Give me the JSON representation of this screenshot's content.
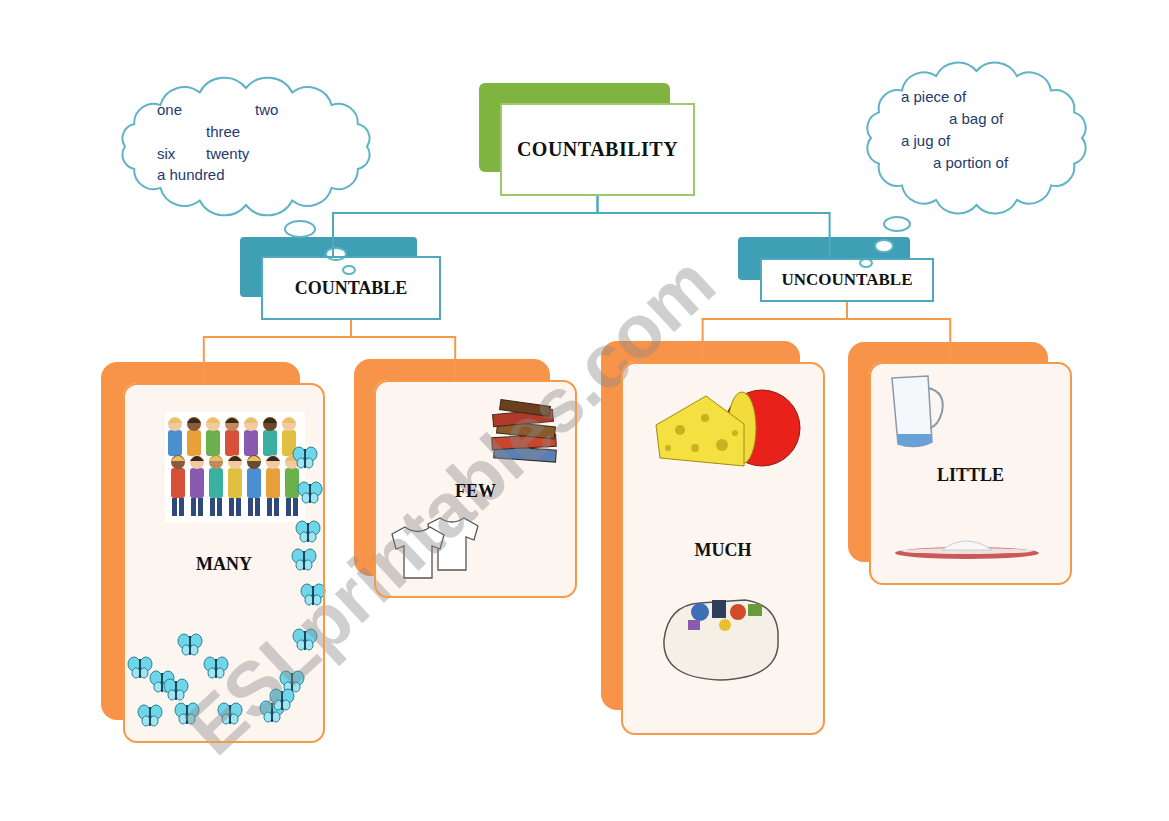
{
  "diagram": {
    "nodes": [
      {
        "text": [
          "one",
          "two",
          "three",
          "six",
          "twenty",
          "a hundred"
        ]
      },
      {
        "text": [
          "COUNTABILITY"
        ]
      },
      {
        "text": [
          "a piece of",
          "a bag of",
          "a jug of",
          "a portion of"
        ]
      },
      {
        "text": [
          "COUNTABLE"
        ]
      },
      {
        "text": [
          "UNCOUNTABLE"
        ]
      },
      {
        "text": [
          "MANY"
        ]
      },
      {
        "text": [
          "FEW"
        ]
      },
      {
        "text": [
          "MUCH"
        ]
      },
      {
        "text": [
          "LITTLE"
        ]
      }
    ],
    "edges": [
      {
        "from": 1,
        "to": 3,
        "arrow": "none"
      },
      {
        "from": 1,
        "to": 4,
        "arrow": "none"
      },
      {
        "from": 3,
        "to": 5,
        "arrow": "none"
      },
      {
        "from": 3,
        "to": 6,
        "arrow": "none"
      },
      {
        "from": 4,
        "to": 7,
        "arrow": "none"
      },
      {
        "from": 4,
        "to": 8,
        "arrow": "none"
      }
    ],
    "labels": [
      "ESLprintables.com"
    ]
  }
}
